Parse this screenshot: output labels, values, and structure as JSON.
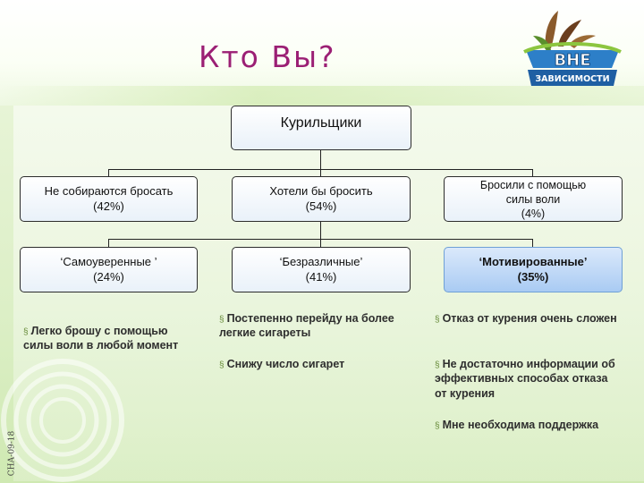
{
  "title": "Кто Вы?",
  "logo": {
    "line1": "ВНЕ",
    "line2": "ЗАВИСИМОСТИ"
  },
  "root": {
    "label": "Курильщики"
  },
  "level1": [
    {
      "label": "Не собираются бросать\n(42%)"
    },
    {
      "label": "Хотели бы бросить\n(54%)"
    },
    {
      "label": "Бросили с помощью\nсилы воли\n(4%)"
    }
  ],
  "level2": [
    {
      "label": "‘Самоуверенные ’\n(24%)"
    },
    {
      "label": "‘Безразличные’\n(41%)"
    },
    {
      "label": "‘Мотивированные’\n(35%)"
    }
  ],
  "bullets": {
    "col1": [
      "Легко брошу с помощью силы воли в любой момент"
    ],
    "col2": [
      "Постепенно перейду на более легкие сигареты",
      "Снижу число сигарет"
    ],
    "col3": [
      "Отказ от курения очень сложен",
      "Не достаточно информации об эффективных способах отказа от курения",
      "Мне необходима поддержка"
    ]
  },
  "side_code": "СНА-09-18",
  "colors": {
    "title": "#9b1f74",
    "accent_box": "#a9cbf3",
    "background": "#dcefc6"
  }
}
